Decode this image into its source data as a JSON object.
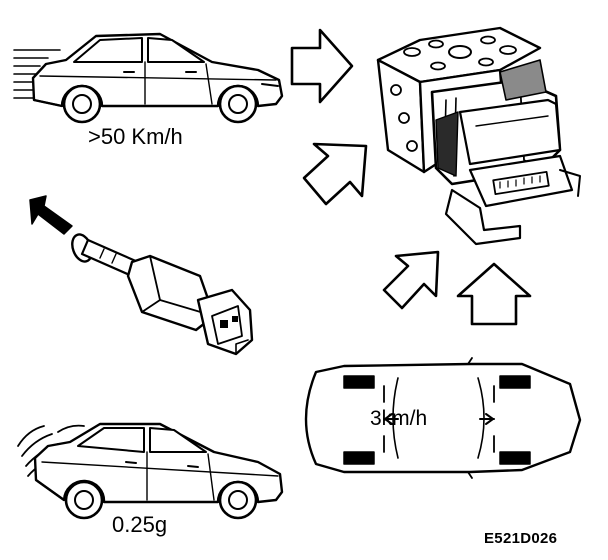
{
  "labels": {
    "speed": ">50 Km/h",
    "deceleration": "0.25g",
    "wheel_speed_difference": "3km/h",
    "figure_code": "E521D026"
  },
  "colors": {
    "ink": "#000000",
    "paper": "#ffffff",
    "shade": "#8a8a8a",
    "dark": "#2a2a2a"
  },
  "icons": {
    "abs-module": "abs-hydraulic-control-unit",
    "car": "sedan-side-view",
    "brake-light-switch": "brake-pedal-switch",
    "top-view": "car-top-view-wheels"
  }
}
